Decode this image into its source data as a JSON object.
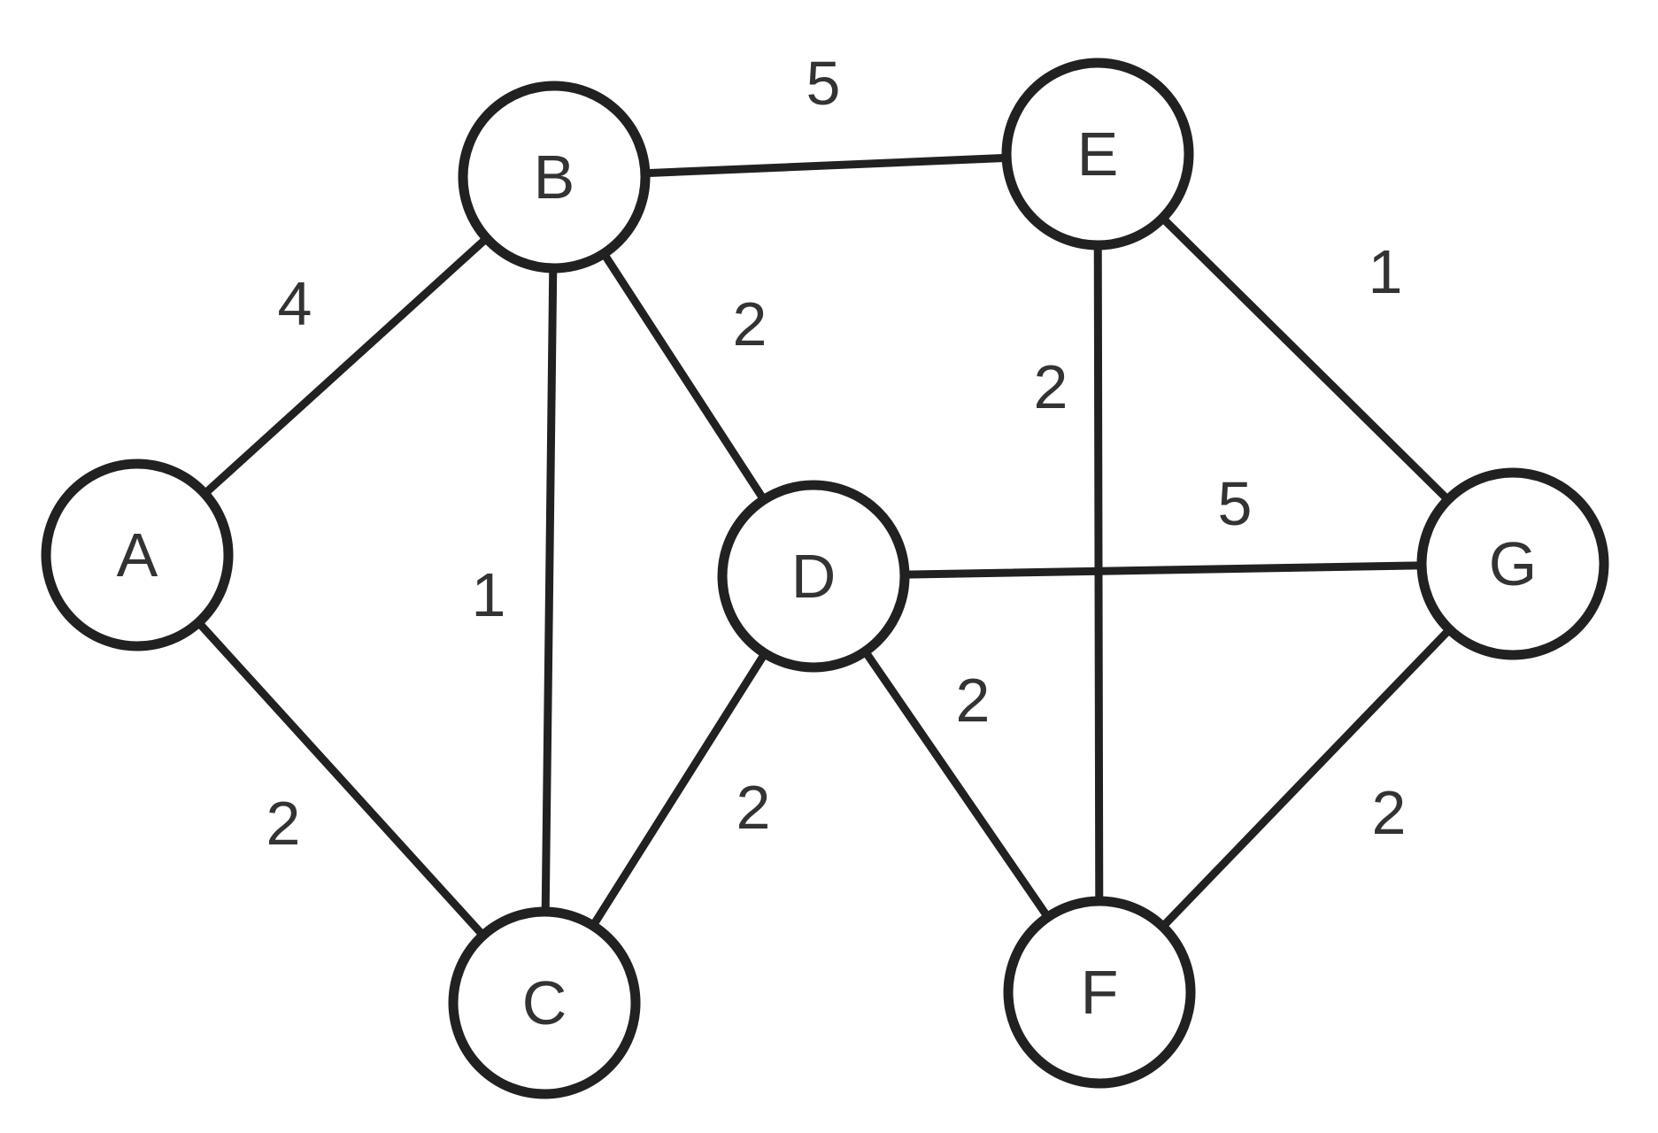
{
  "graph": {
    "type": "undirected-weighted",
    "colors": {
      "stroke": "#212121",
      "text": "#333333",
      "background": "#ffffff"
    },
    "nodes": [
      {
        "id": "A",
        "label": "A"
      },
      {
        "id": "B",
        "label": "B"
      },
      {
        "id": "C",
        "label": "C"
      },
      {
        "id": "D",
        "label": "D"
      },
      {
        "id": "E",
        "label": "E"
      },
      {
        "id": "F",
        "label": "F"
      },
      {
        "id": "G",
        "label": "G"
      }
    ],
    "edges": [
      {
        "from": "A",
        "to": "B",
        "weight": "4"
      },
      {
        "from": "A",
        "to": "C",
        "weight": "2"
      },
      {
        "from": "B",
        "to": "C",
        "weight": "1"
      },
      {
        "from": "B",
        "to": "D",
        "weight": "2"
      },
      {
        "from": "B",
        "to": "E",
        "weight": "5"
      },
      {
        "from": "C",
        "to": "D",
        "weight": "2"
      },
      {
        "from": "D",
        "to": "F",
        "weight": "2"
      },
      {
        "from": "D",
        "to": "G",
        "weight": "5"
      },
      {
        "from": "E",
        "to": "F",
        "weight": "2"
      },
      {
        "from": "E",
        "to": "G",
        "weight": "1"
      },
      {
        "from": "F",
        "to": "G",
        "weight": "2"
      }
    ]
  }
}
